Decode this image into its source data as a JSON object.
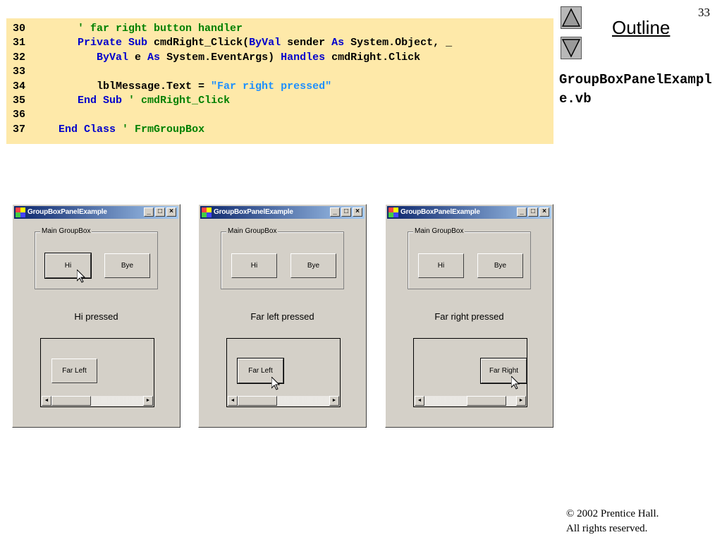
{
  "code": {
    "lines": [
      {
        "num": "30",
        "parts": [
          {
            "t": "      ",
            "c": ""
          },
          {
            "t": "' far right button handler",
            "c": "cm"
          }
        ]
      },
      {
        "num": "31",
        "parts": [
          {
            "t": "      ",
            "c": ""
          },
          {
            "t": "Private Sub",
            "c": "kw"
          },
          {
            "t": " cmdRight_Click(",
            "c": ""
          },
          {
            "t": "ByVal",
            "c": "kw"
          },
          {
            "t": " sender ",
            "c": ""
          },
          {
            "t": "As",
            "c": "kw"
          },
          {
            "t": " System.Object, _",
            "c": ""
          }
        ]
      },
      {
        "num": "32",
        "parts": [
          {
            "t": "         ",
            "c": ""
          },
          {
            "t": "ByVal",
            "c": "kw"
          },
          {
            "t": " e ",
            "c": ""
          },
          {
            "t": "As",
            "c": "kw"
          },
          {
            "t": " System.EventArgs) ",
            "c": ""
          },
          {
            "t": "Handles",
            "c": "kw"
          },
          {
            "t": " cmdRight.Click",
            "c": ""
          }
        ]
      },
      {
        "num": "33",
        "parts": []
      },
      {
        "num": "34",
        "parts": [
          {
            "t": "         lblMessage.Text = ",
            "c": ""
          },
          {
            "t": "\"Far right pressed\"",
            "c": "st"
          }
        ]
      },
      {
        "num": "35",
        "parts": [
          {
            "t": "      ",
            "c": ""
          },
          {
            "t": "End Sub",
            "c": "kw"
          },
          {
            "t": " ",
            "c": ""
          },
          {
            "t": "' cmdRight_Click",
            "c": "cm"
          }
        ]
      },
      {
        "num": "36",
        "parts": []
      },
      {
        "num": "37",
        "parts": [
          {
            "t": "   ",
            "c": ""
          },
          {
            "t": "End Class",
            "c": "kw"
          },
          {
            "t": " ",
            "c": ""
          },
          {
            "t": "' FrmGroupBox",
            "c": "cm"
          }
        ]
      }
    ]
  },
  "nav": {
    "outline_label": "Outline",
    "up_icon": "triangle-up-icon",
    "down_icon": "triangle-down-icon"
  },
  "page_number": "33",
  "file_name": "GroupBoxPanelExample.vb",
  "copyright": {
    "line1": "© 2002 Prentice Hall.",
    "line2": "All rights reserved."
  },
  "windows": [
    {
      "title": "GroupBoxPanelExample",
      "group_label": "Main GroupBox",
      "hi_label": "Hi",
      "bye_label": "Bye",
      "message": "Hi pressed",
      "panel_button_label": "Far Left",
      "focused": "hi",
      "scroll_position": "left"
    },
    {
      "title": "GroupBoxPanelExample",
      "group_label": "Main GroupBox",
      "hi_label": "Hi",
      "bye_label": "Bye",
      "message": "Far left pressed",
      "panel_button_label": "Far Left",
      "focused": "panel",
      "scroll_position": "left"
    },
    {
      "title": "GroupBoxPanelExample",
      "group_label": "Main GroupBox",
      "hi_label": "Hi",
      "bye_label": "Bye",
      "message": "Far right pressed",
      "panel_button_label": "Far Right",
      "focused": "panel",
      "scroll_position": "right"
    }
  ],
  "titlebar_buttons": {
    "minimize": "_",
    "maximize": "□",
    "close": "×"
  },
  "scroll_arrows": {
    "left": "◄",
    "right": "►"
  },
  "colors": {
    "code_bg": "#FEE9A9",
    "keyword": "#0000CC",
    "comment": "#008000",
    "string": "#1E90FF",
    "titlebar": "#0A246A"
  }
}
